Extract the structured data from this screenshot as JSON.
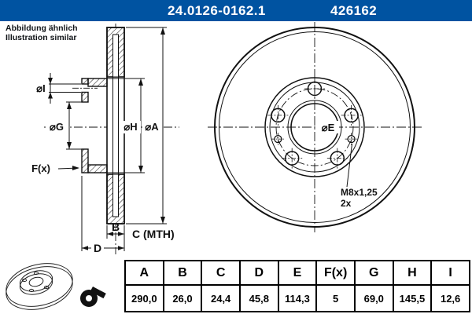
{
  "header": {
    "catalog_number": "24.0126-0162.1",
    "article_number": "426162"
  },
  "disclaimer": {
    "line1_de": "Abbildung ähnlich",
    "line2_en": "Illustration similar"
  },
  "section_view": {
    "labels": {
      "dia_i": "⌀I",
      "dia_g": "⌀G",
      "dia_h": "⌀H",
      "dia_a": "⌀A",
      "f": "F(x)",
      "b": "B",
      "c_mth": "C (MTH)",
      "d": "D"
    }
  },
  "front_view": {
    "labels": {
      "dia_e": "⌀E",
      "thread_spec": "M8x1,25",
      "thread_qty": "2x"
    }
  },
  "dimensions_table": {
    "columns": [
      "A",
      "B",
      "C",
      "D",
      "E",
      "F(x)",
      "G",
      "H",
      "I"
    ],
    "values": [
      "290,0",
      "26,0",
      "24,4",
      "45,8",
      "114,3",
      "5",
      "69,0",
      "145,5",
      "12,6"
    ]
  },
  "colors": {
    "header_bg": "#0053a1",
    "line": "#111111"
  }
}
